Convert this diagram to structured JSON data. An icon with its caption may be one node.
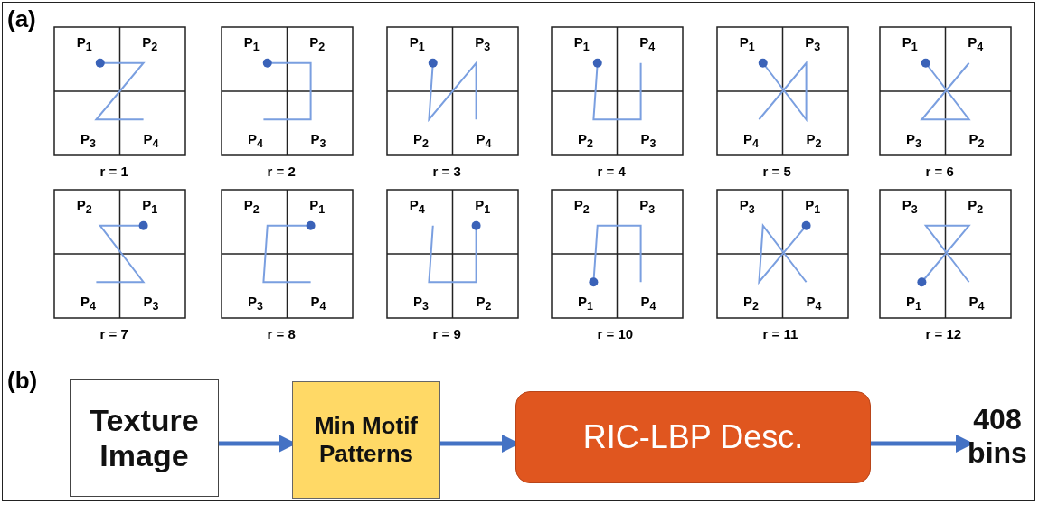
{
  "diagram": {
    "nodes": [
      {
        "text": [
          "Texture Image"
        ]
      },
      {
        "text": [
          "Min Motif Patterns"
        ]
      },
      {
        "text": [
          "RIC-LBP Desc."
        ]
      },
      {
        "text": [
          "408 bins"
        ]
      }
    ],
    "edges": [
      {
        "from": 0,
        "to": 1,
        "arrow": "to"
      },
      {
        "from": 1,
        "to": 2,
        "arrow": "to"
      },
      {
        "from": 2,
        "to": 3,
        "arrow": "to"
      }
    ],
    "labels": [
      "(a)",
      "P$_{1}$",
      "P$_{2}$",
      "P$_{3}$",
      "P$_{4}$",
      "r = 1",
      "P$_{1}$",
      "P$_{2}$",
      "P$_{4}$",
      "P$_{3}$",
      "r = 2",
      "P$_{1}$",
      "P$_{3}$",
      "P$_{2}$",
      "P$_{4}$",
      "r = 3",
      "P$_{1}$",
      "P$_{4}$",
      "P$_{2}$",
      "P$_{3}$",
      "r = 4",
      "P$_{1}$",
      "P$_{3}$",
      "P$_{4}$",
      "P$_{2}$",
      "r = 5",
      "P$_{1}$",
      "P$_{4}$",
      "P$_{3}$",
      "P$_{2}$",
      "r = 6",
      "P$_{2}$",
      "P$_{1}$",
      "P$_{4}$",
      "P$_{3}$",
      "r = 7",
      "P$_{2}$",
      "P$_{1}$",
      "P$_{3}$",
      "P$_{4}$",
      "r = 8",
      "P$_{4}$",
      "P$_{1}$",
      "P$_{3}$",
      "P$_{2}$",
      "r = 9",
      "P$_{2}$",
      "P$_{3}$",
      "P$_{1}$",
      "P$_{4}$",
      "r = 10",
      "P$_{3}$",
      "P$_{1}$",
      "P$_{2}$",
      "P$_{4}$",
      "r = 11",
      "P$_{3}$",
      "P$_{2}$",
      "P$_{1}$",
      "P$_{4}$",
      "r = 12",
      "(b)"
    ]
  }
}
